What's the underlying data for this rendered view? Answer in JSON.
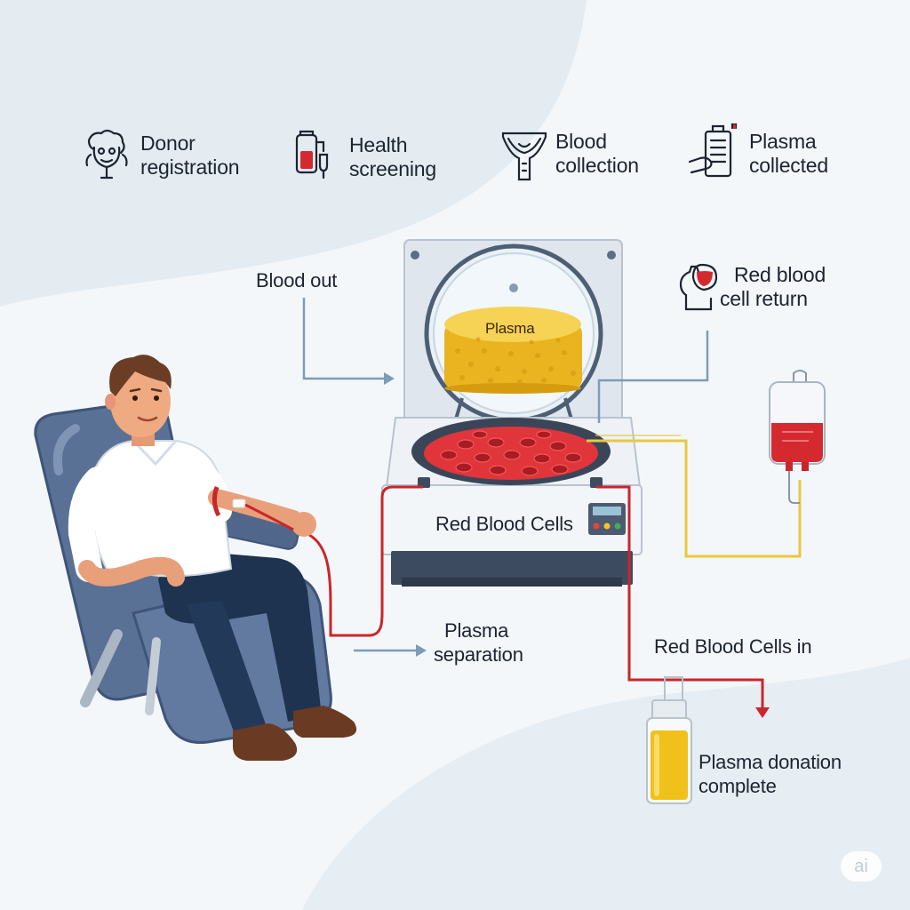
{
  "steps": [
    {
      "line1": "Donor",
      "line2": "registration",
      "icon": "donor-head-icon"
    },
    {
      "line1": "Health",
      "line2": "screening",
      "icon": "blood-tube-icon"
    },
    {
      "line1": "Blood",
      "line2": "collection",
      "icon": "collection-funnel-icon"
    },
    {
      "line1": "Plasma",
      "line2": "collected",
      "icon": "clipboard-hand-icon"
    }
  ],
  "labels": {
    "blood_out": "Blood out",
    "rbc_return_1": "Red blood",
    "rbc_return_2": "cell return",
    "plasma_disc": "Plasma",
    "red_blood_cells": "Red Blood Cells",
    "plasma_sep_1": "Plasma",
    "plasma_sep_2": "separation",
    "rbc_in": "Red Blood Cells in",
    "complete_1": "Plasma donation",
    "complete_2": "complete"
  },
  "watermark": "ai",
  "colors": {
    "background": "#f4f7fa",
    "blob": "#e4ecf2",
    "blood_red": "#c9262b",
    "plasma_yellow": "#f2c230",
    "tube_yellow": "#e8c840",
    "arrow_blue": "#7d9cb5",
    "chair_blue": "#5a7196",
    "shirt": "#ffffff",
    "pants": "#1e3350"
  }
}
